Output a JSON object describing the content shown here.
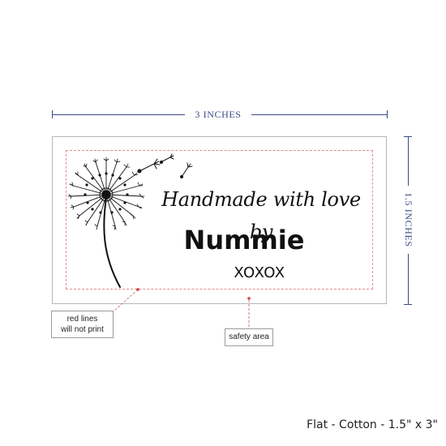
{
  "dimensions": {
    "width_label": "3 INCHES",
    "height_label": "1.5 INCHES"
  },
  "label": {
    "line1": "Handmade with love by",
    "name": "Nummie",
    "signoff": "XOXOX",
    "icon": "dandelion-icon"
  },
  "callouts": {
    "red_lines_line1": "red lines",
    "red_lines_line2": "will not print",
    "safety_area": "safety area"
  },
  "footer": {
    "product": "Flat - Cotton - 1.5\" x 3\""
  },
  "colors": {
    "dimension": "#3b4a85",
    "safety_line": "#e58a8a",
    "border": "#b7b7b7",
    "text": "#111111"
  }
}
